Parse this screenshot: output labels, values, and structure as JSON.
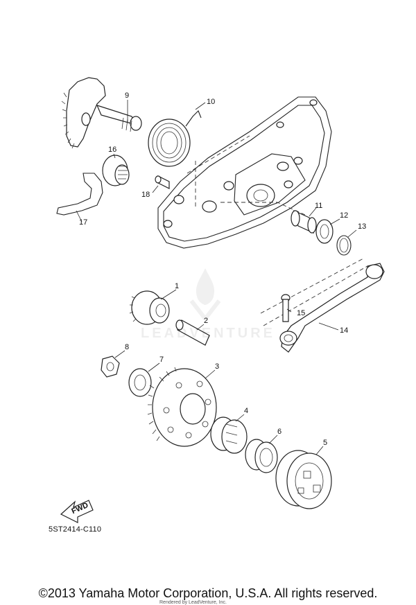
{
  "diagram": {
    "callouts": [
      "1",
      "2",
      "3",
      "4",
      "5",
      "6",
      "7",
      "8",
      "9",
      "10",
      "11",
      "12",
      "13",
      "14",
      "15",
      "16",
      "17",
      "18"
    ],
    "direction_label": "FWD",
    "reference_code": "5ST2414-C110"
  },
  "watermark": {
    "brand": "LEADVENTURE"
  },
  "footer": {
    "copyright": "©2013 Yamaha Motor Corporation, U.S.A. All rights reserved.",
    "rendered_by": "Rendered by LeadVenture, Inc."
  }
}
